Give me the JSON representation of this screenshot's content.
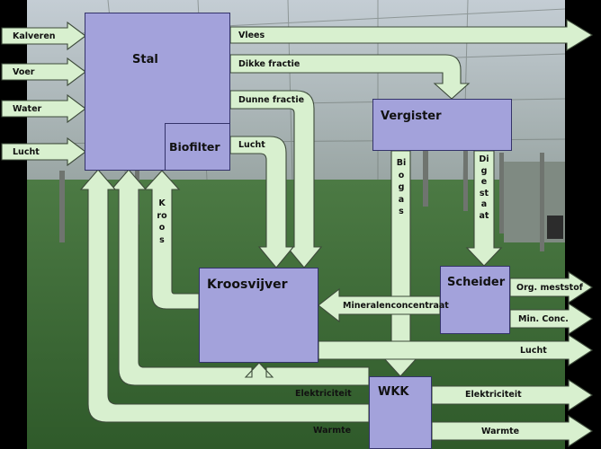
{
  "diagram": {
    "nodes": {
      "stal": "Stal",
      "biofilter": "Biofilter",
      "vergister": "Vergister",
      "kroosvijver": "Kroosvijver",
      "scheider": "Scheider",
      "wkk": "WKK"
    },
    "inputs": {
      "kalveren": "Kalveren",
      "voer": "Voer",
      "water": "Water",
      "lucht": "Lucht"
    },
    "flows": {
      "vlees": "Vlees",
      "dikke_fractie": "Dikke fractie",
      "dunne_fractie": "Dunne fractie",
      "lucht_biofilter": "Lucht",
      "kroos": "Kroos",
      "biogas": "Biogas",
      "digestaat": "Digestaat",
      "org_meststof": "Org. meststof",
      "min_conc": "Min. Conc.",
      "mineralenconcentraat": "Mineralenconcentraat",
      "lucht_out": "Lucht",
      "elektriciteit_in": "Elektriciteit",
      "elektriciteit_out": "Elektriciteit",
      "warmte_in": "Warmte",
      "warmte_out": "Warmte"
    },
    "colors": {
      "node_fill": "#a3a2db",
      "node_border": "#34336a",
      "arrow_fill": "#d8f0cf",
      "arrow_stroke": "#3d4a3a"
    }
  }
}
